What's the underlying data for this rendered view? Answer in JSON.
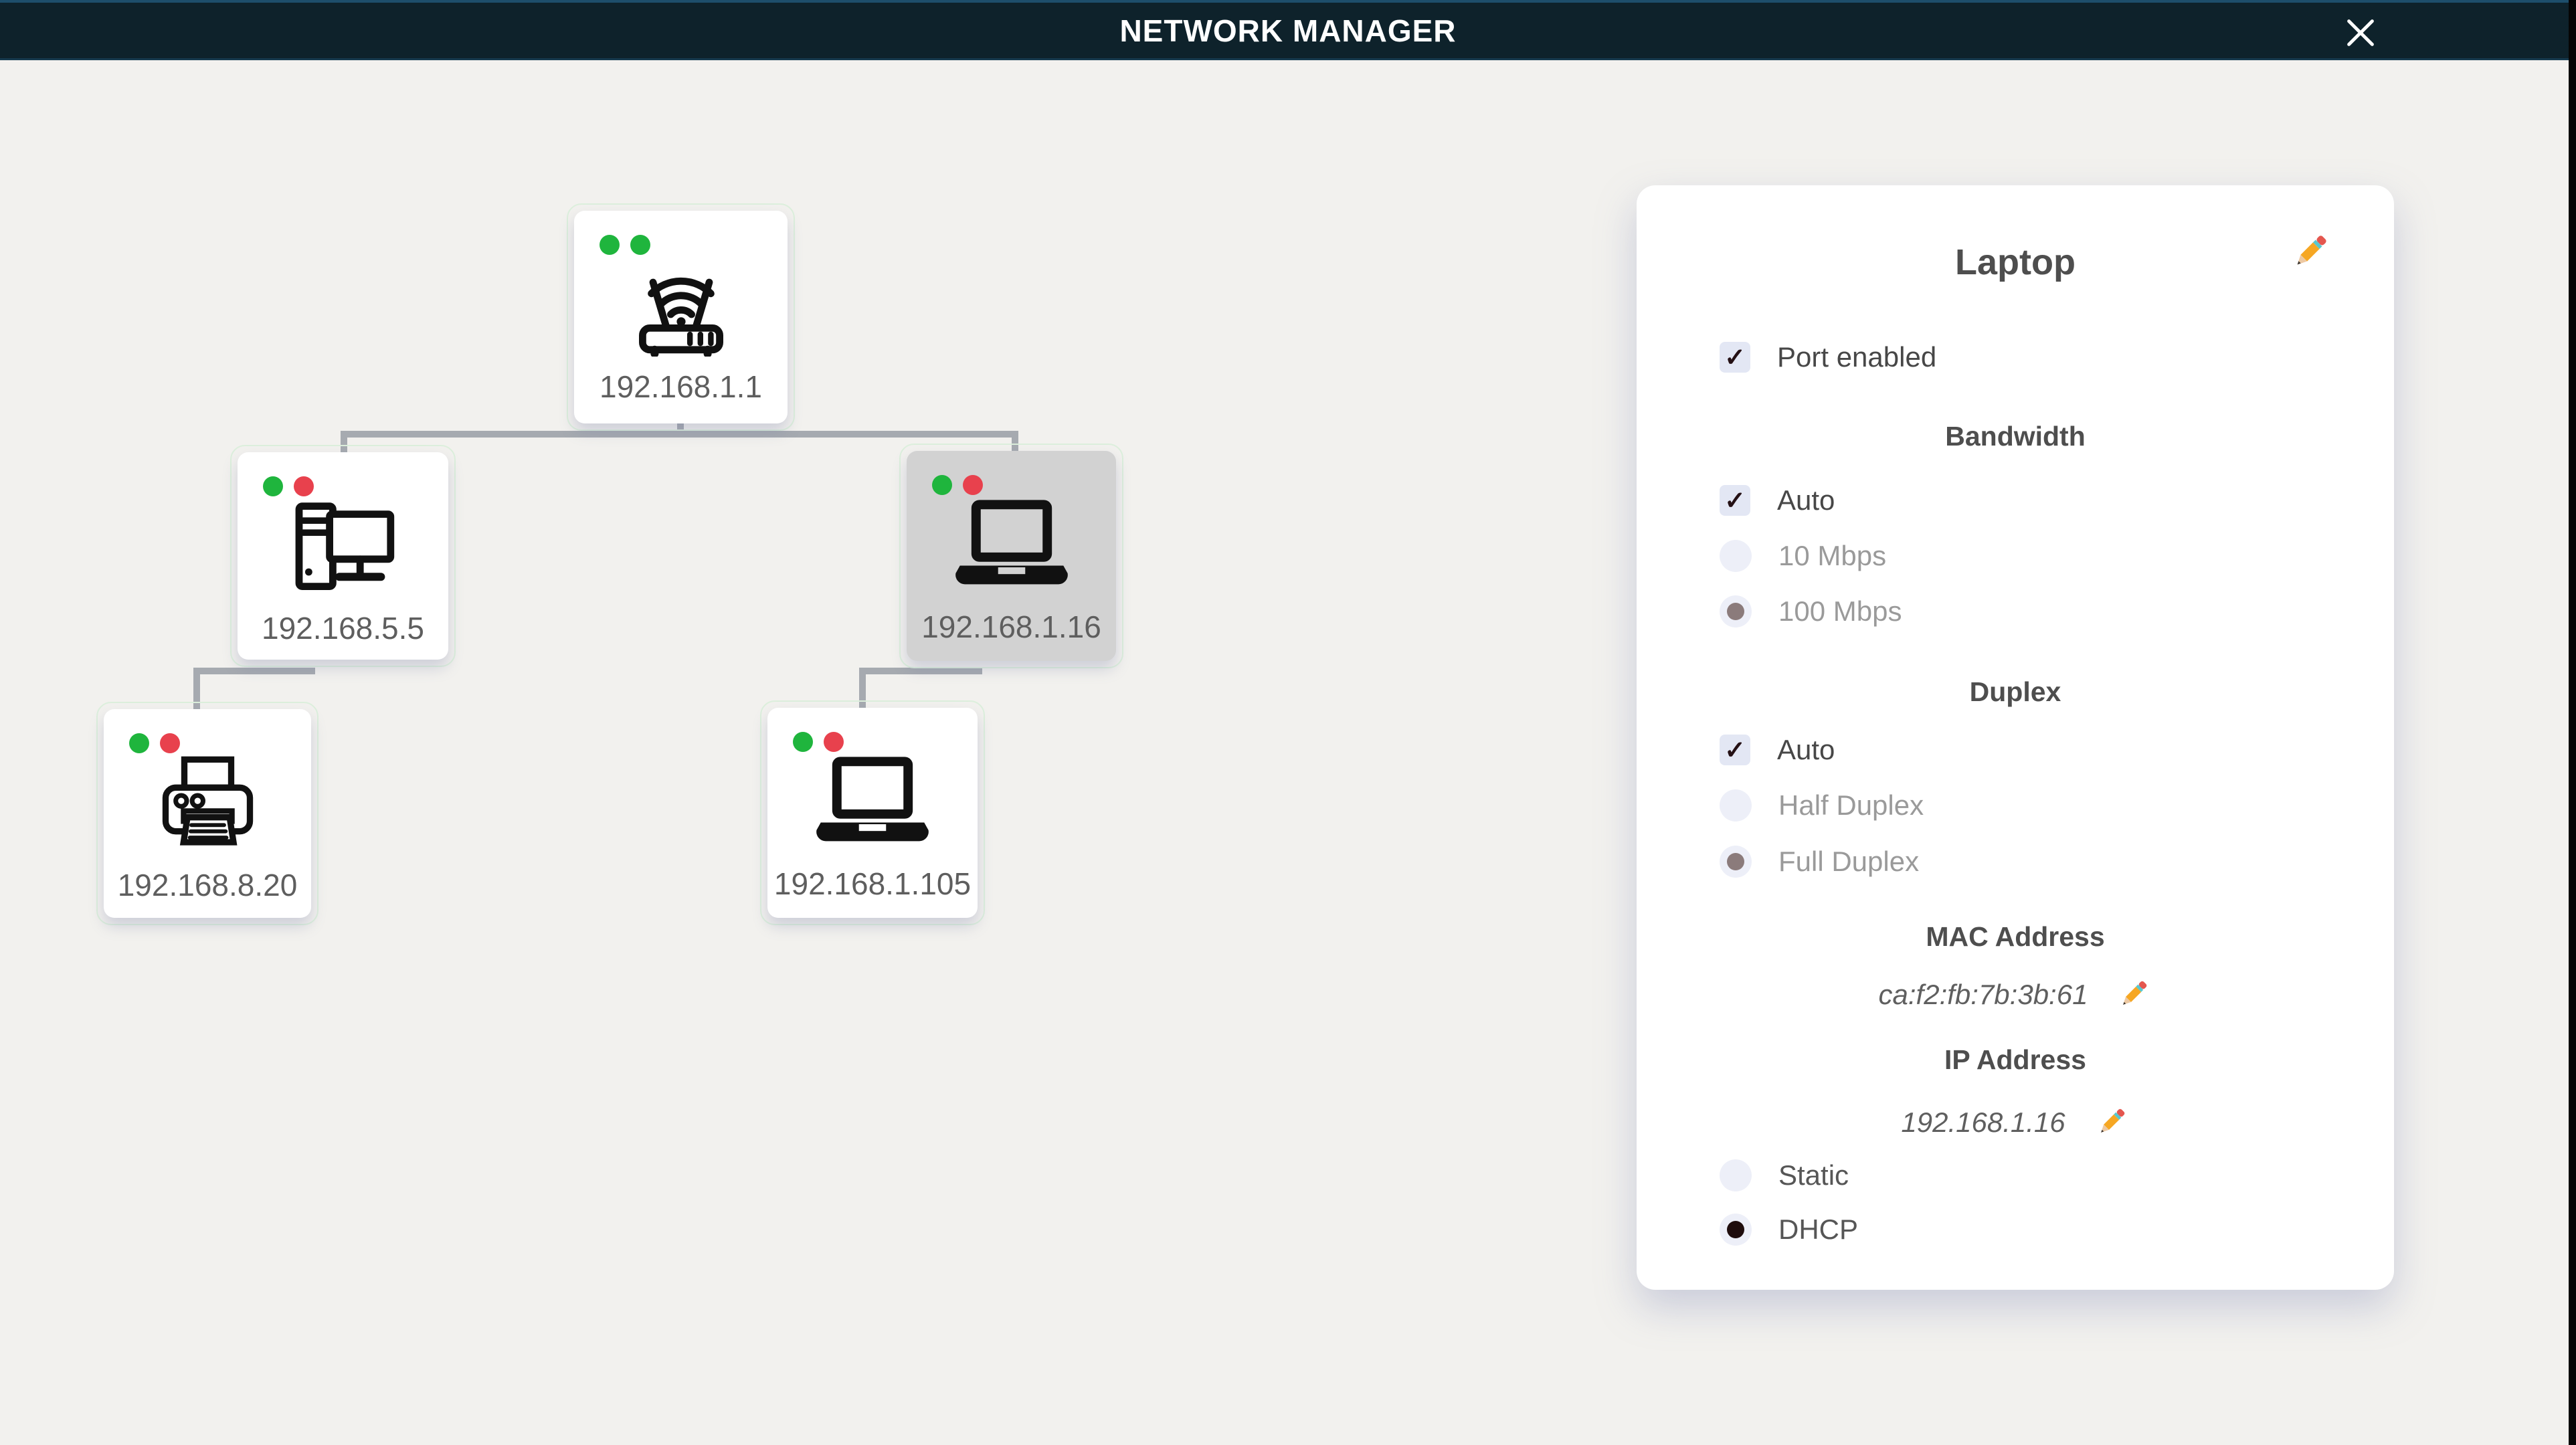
{
  "header": {
    "title": "NETWORK MANAGER",
    "close_icon": "close-x"
  },
  "tree": {
    "nodes": [
      {
        "device": "router",
        "ip": "192.168.1.1",
        "icon": "wifi-router-icon",
        "status_dots": [
          "green",
          "green"
        ],
        "selected": false
      },
      {
        "device": "desktop",
        "ip": "192.168.5.5",
        "icon": "desktop-pc-icon",
        "status_dots": [
          "green",
          "red"
        ],
        "selected": false
      },
      {
        "device": "laptop",
        "ip": "192.168.1.16",
        "icon": "laptop-icon",
        "status_dots": [
          "green",
          "red"
        ],
        "selected": true
      },
      {
        "device": "printer",
        "ip": "192.168.8.20",
        "icon": "printer-icon",
        "status_dots": [
          "green",
          "red"
        ],
        "selected": false
      },
      {
        "device": "laptop",
        "ip": "192.168.1.105",
        "icon": "laptop-icon",
        "status_dots": [
          "green",
          "red"
        ],
        "selected": false
      }
    ]
  },
  "panel": {
    "title": "Laptop",
    "edit_icon": "pencil-icon",
    "port_enabled": {
      "label": "Port enabled",
      "checked": true
    },
    "bandwidth": {
      "header": "Bandwidth",
      "options": [
        {
          "label": "Auto",
          "control": "checkbox",
          "state": "checked"
        },
        {
          "label": "10 Mbps",
          "control": "radio",
          "state": "unselected"
        },
        {
          "label": "100 Mbps",
          "control": "radio",
          "state": "selected"
        }
      ]
    },
    "duplex": {
      "header": "Duplex",
      "options": [
        {
          "label": "Auto",
          "control": "checkbox",
          "state": "checked"
        },
        {
          "label": "Half Duplex",
          "control": "radio",
          "state": "unselected"
        },
        {
          "label": "Full Duplex",
          "control": "radio",
          "state": "selected"
        }
      ]
    },
    "mac": {
      "header": "MAC Address",
      "value": "ca:f2:fb:7b:3b:61"
    },
    "ip": {
      "header": "IP Address",
      "value": "192.168.1.16"
    },
    "mode": {
      "options": [
        {
          "label": "Static",
          "control": "radio",
          "state": "unselected"
        },
        {
          "label": "DHCP",
          "control": "radio",
          "state": "selected_dark"
        }
      ]
    },
    "check_glyph": "✓"
  },
  "colors": {
    "header_bg": "#0e222b",
    "background": "#f2f1ee",
    "status_green": "#1fb53d",
    "status_red": "#e8414d",
    "selected_node_bg": "#d2d2d2",
    "connector_gray": "#a6aab0",
    "checkbox_bg": "#e3e7f4",
    "radio_bg": "#edeff8",
    "radio_dot": "#8b7b7b",
    "radio_dot_dark": "#1f0d0d",
    "text_dark": "#4e4e4e",
    "text_dim": "#9a9a9a"
  }
}
